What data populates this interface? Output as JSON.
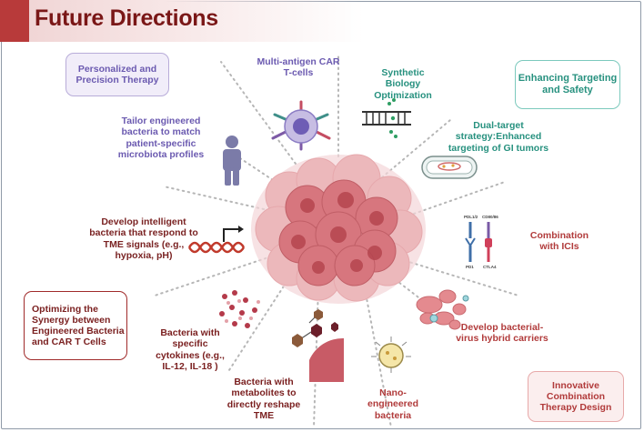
{
  "title": "Future Directions",
  "colors": {
    "title": "#7a1717",
    "purple": "#6b5ab0",
    "teal": "#27917f",
    "red": "#a02a2a",
    "brown": "#7a2323"
  },
  "category_boxes": {
    "personalized": "Personalized and Precision Therapy",
    "targeting": "Enhancing Targeting and Safety",
    "synergy": "Optimizing the Synergy between Engineered Bacteria and CAR T Cells",
    "combination": "Innovative Combination Therapy Design"
  },
  "directions": {
    "multi_antigen": "Multi-antigen CAR T-cells",
    "synthetic_biology": "Synthetic Biology Optimization",
    "tailor": "Tailor engineered bacteria to match patient-specific microbiota profiles",
    "dual_target": "Dual-target strategy:Enhanced targeting of GI tumors",
    "intelligent": "Develop intelligent bacteria that respond to TME signals (e.g., hypoxia, pH)",
    "ici": "Combination with ICIs",
    "hybrid": "Develop bacterial-virus hybrid carriers",
    "cytokines": "Bacteria with specific cytokines (e.g., IL-12, IL-18 )",
    "metabolites": "Bacteria with metabolites to directly reshape TME",
    "nano": "Nano-engineered bacteria"
  },
  "checkpoint_labels": {
    "pdl": "PDL1/2",
    "cd": "CD80/86",
    "pd1": "PD1",
    "ctla4": "CTLA4"
  },
  "icons": [
    "car-t-cell-icon",
    "dna-ladder-icon",
    "person-icon",
    "bacterium-capsule-icon",
    "gene-promoter-icon",
    "checkpoint-receptor-icon",
    "virus-hybrid-icon",
    "cytokine-dots-icon",
    "metabolite-hexagon-icon",
    "nano-bacterium-icon",
    "tumor-cell-cluster-icon"
  ]
}
